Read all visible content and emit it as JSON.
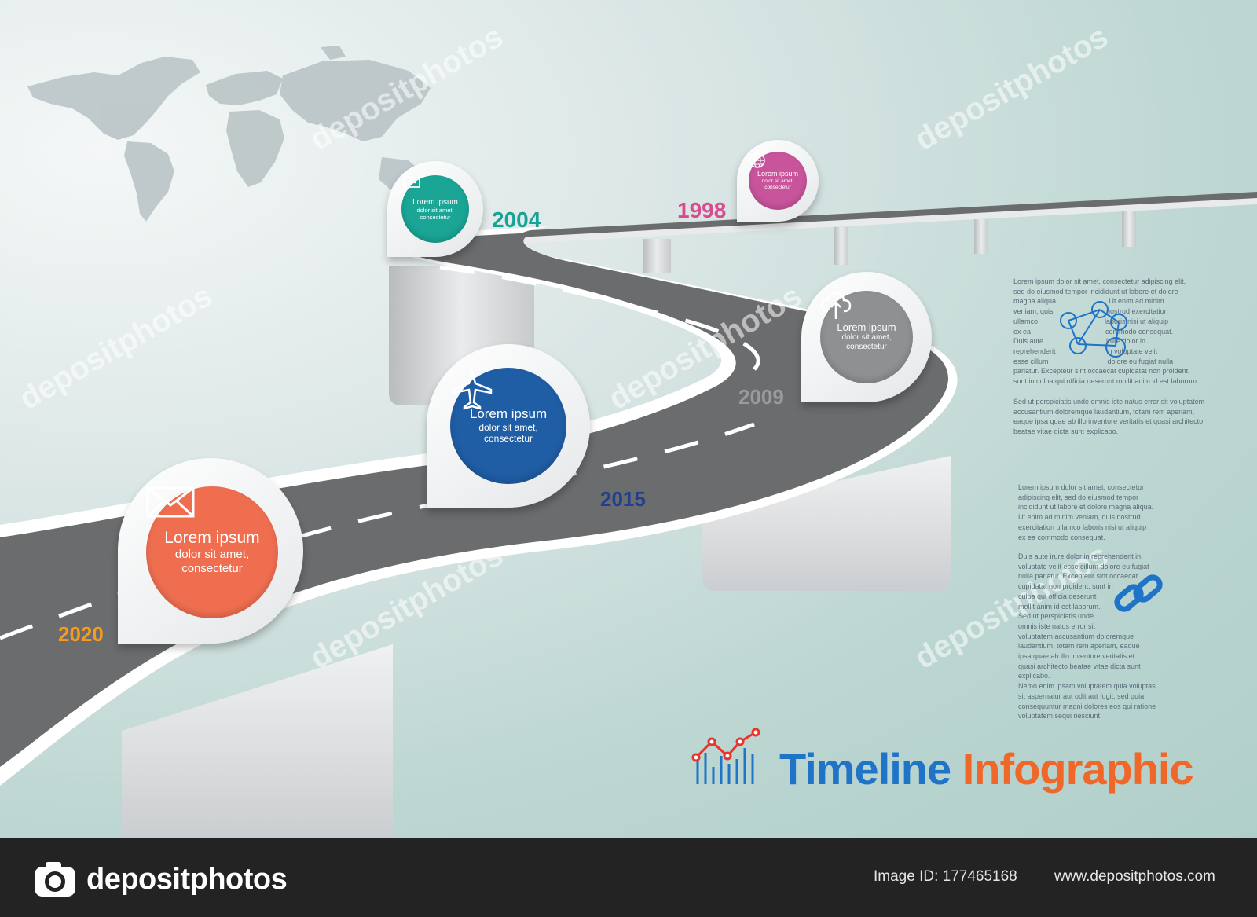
{
  "pins": [
    {
      "id": "2020",
      "year": "2020",
      "title": "Lorem ipsum",
      "line1": "dolor sit amet,",
      "line2": "consectetur",
      "icon": "envelope-icon",
      "color": "#ef6e50",
      "yearColor": "#f59b1f"
    },
    {
      "id": "2015",
      "year": "2015",
      "title": "Lorem ipsum",
      "line1": "dolor sit amet,",
      "line2": "consectetur",
      "icon": "airplane-icon",
      "color": "#1f5da4",
      "yearColor": "#1f3f8f"
    },
    {
      "id": "2009",
      "year": "2009",
      "title": "Lorem ipsum",
      "line1": "dolor sit amet,",
      "line2": "consectetur",
      "icon": "cloud-upload-icon",
      "color": "#8f9092",
      "yearColor": "#9b9b9b"
    },
    {
      "id": "2004",
      "year": "2004",
      "title": "Lorem ipsum",
      "line1": "dolor sit amet,",
      "line2": "consectetur",
      "icon": "chat-bubble-icon",
      "color": "#1aa595",
      "yearColor": "#16a497"
    },
    {
      "id": "1998",
      "year": "1998",
      "title": "Lorem ipsum",
      "line1": "dolor sit amet,",
      "line2": "consectetur",
      "icon": "globe-icon",
      "color": "#c8559c",
      "yearColor": "#d84b8f"
    }
  ],
  "text_block_1": "Lorem ipsum dolor sit amet, consectetur adipiscing elit,\nsed do eiusmod tempor incididunt ut labore et dolore\nmagna aliqua.                          Ut enim ad minim\nveniam, quis                           nostrud exercitation\nullamco                                  laboris nisi ut aliquip\nex ea                                      commodo consequat.\nDuis aute                                irure dolor in\nreprehenderit                          in voluptate velit\nesse cillum                              dolore eu fugiat nulla\npariatur. Excepteur sint occaecat cupidatat non proident,\nsunt in culpa qui officia deserunt mollit anim id est laborum.",
  "text_block_2": "Sed ut perspiciatis unde omnis iste natus error sit voluptatem\naccusantium doloremque laudantium, totam rem aperiam,\neaque ipsa quae ab illo inventore veritatis et quasi architecto\nbeatae vitae dicta sunt explicabo.",
  "text_block_3": "Lorem ipsum dolor sit amet, consectetur\nadipiscing elit, sed do eiusmod tempor\nincididunt ut labore et dolore magna aliqua.\nUt enim ad minim veniam, quis nostrud\nexercitation ullamco laboris nisi ut aliquip\nex ea commodo consequat.",
  "text_block_4": "Duis aute irure dolor in reprehenderit in\nvoluptate velit esse cillum dolore eu fugiat\nnulla pariatur. Excepteur sint occaecat\ncupidatat non proident, sunt in\nculpa qui officia deserunt\nmollit anim id est laborum.\nSed ut perspiciatis unde\nomnis iste natus error sit\nvoluptatem accusantium doloremque\nlaudantium, totam rem aperiam, eaque\nipsa quae ab illo inventore veritatis et\nquasi architecto beatae vitae dicta sunt\nexplicabo.\nNemo enim ipsam voluptatem quia voluptas\nsit aspernatur aut odit aut fugit, sed quia\nconsequuntur magni dolores eos qui ratione\nvoluptatem sequi nesciunt.",
  "title": {
    "word1": "Timeline",
    "word2": "Infographic",
    "color1": "#1f74c8",
    "color2": "#f0672a"
  },
  "footer": {
    "brand": "depositphotos",
    "image_id": "Image ID: 177465168",
    "url": "www.depositphotos.com"
  },
  "watermark": "depositphotos",
  "colors": {
    "road": "#6b6c6e",
    "bridge": "#d8dadb",
    "lane": "#ffffff",
    "text": "#5b6b78"
  }
}
